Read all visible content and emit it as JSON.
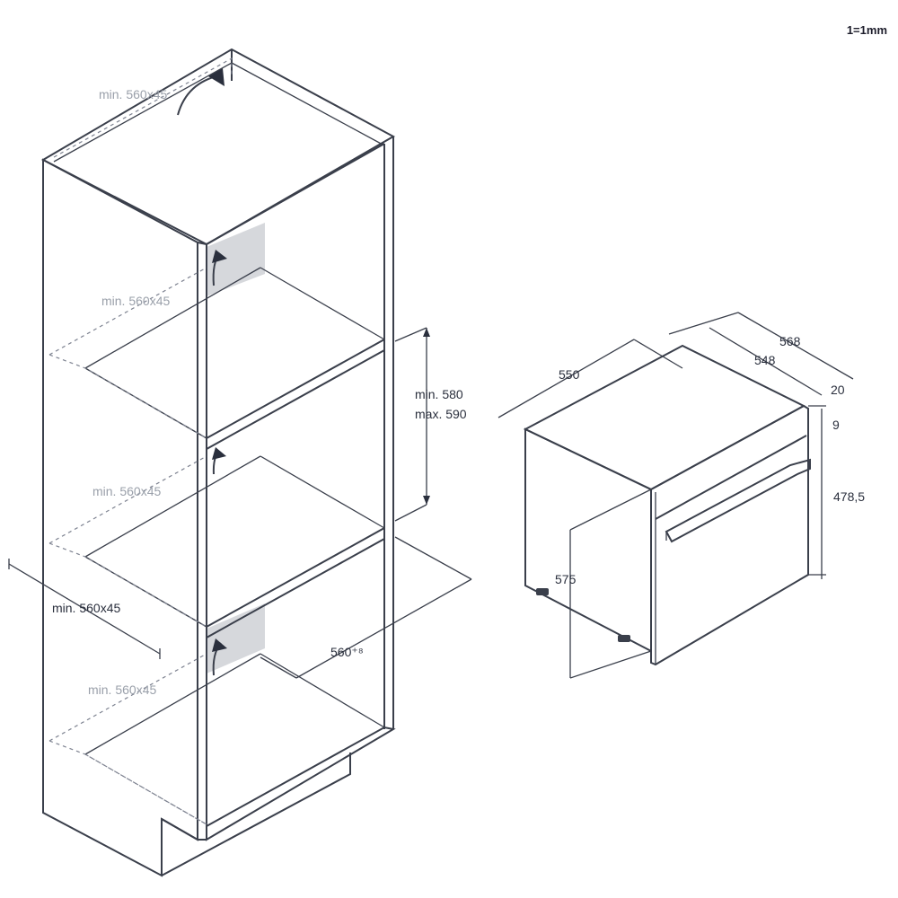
{
  "scale_label": "1=1mm",
  "cabinet": {
    "ventilation_top": "min. 560x45",
    "ventilation_upper": "min. 560x45",
    "ventilation_middle": "min. 560x45",
    "ventilation_lower": "min. 560x45",
    "depth_label": "min. 560x45",
    "niche_height_min": "min. 580",
    "niche_height_max": "max. 590",
    "niche_width": "560⁺⁸"
  },
  "oven": {
    "depth_total": "568",
    "depth_body": "548",
    "width": "550",
    "front_thickness": "20",
    "gap_top": "9",
    "front_height": "478,5",
    "body_height": "575"
  }
}
